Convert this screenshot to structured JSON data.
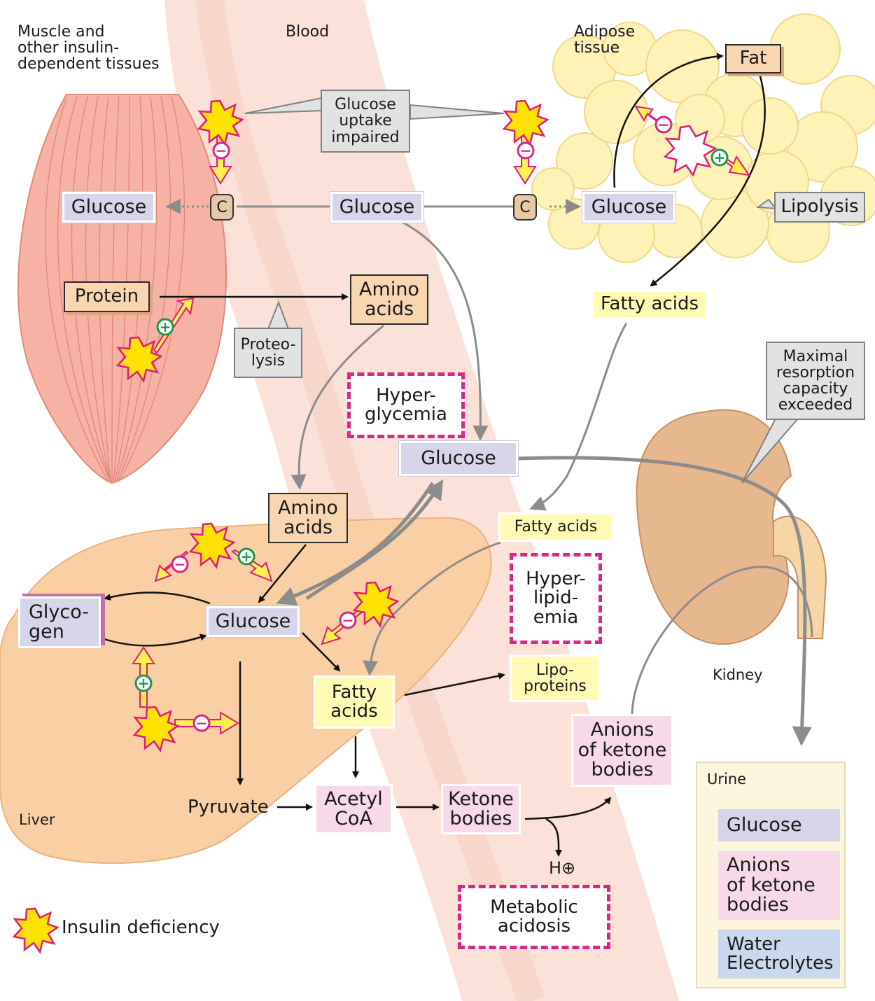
{
  "labels": {
    "muscle": "Muscle and\nother insulin-\ndependent tissues",
    "blood": "Blood",
    "adipose": "Adipose\ntissue",
    "liver": "Liver",
    "kidney": "Kidney",
    "urine": "Urine",
    "legend": "Insulin deficiency",
    "pyruvate": "Pyruvate",
    "hplus": "H⊕"
  },
  "callouts": {
    "uptake": "Glucose\nuptake\nimpaired",
    "lipolysis": "Lipolysis",
    "proteolysis": "Proteo-\nlysis",
    "resorption": "Maximal\nresorption\ncapacity\nexceeded"
  },
  "nodes": {
    "glucose_muscle": "Glucose",
    "glucose_blood": "Glucose",
    "glucose_adipose": "Glucose",
    "fat": "Fat",
    "protein": "Protein",
    "amino_blood": "Amino\nacids",
    "fatty_adipose": "Fatty acids",
    "glucose_hyper": "Glucose",
    "amino_liver": "Amino\nacids",
    "fatty_blood": "Fatty acids",
    "glycogen": "Glyco-\ngen",
    "glucose_liver": "Glucose",
    "fatty_liver": "Fatty\nacids",
    "lipoproteins": "Lipo-\nproteins",
    "acetylcoa": "Acetyl\nCoA",
    "ketone": "Ketone\nbodies",
    "anions": "Anions\nof ketone\nbodies",
    "transporter": "C"
  },
  "effects": {
    "hyperglycemia": "Hyper-\nglycemia",
    "hyperlipidemia": "Hyper-\nlipid-\nemia",
    "acidosis": "Metabolic\nacidosis"
  },
  "urine_items": {
    "glucose": "Glucose",
    "anions": "Anions\nof ketone\nbodies",
    "water": "Water\nElectrolytes"
  },
  "signs": {
    "minus": "−",
    "plus": "+"
  },
  "colors": {
    "burst": "#ffe300",
    "burst_stroke": "#e2197e",
    "minus_ring": "#d9268a",
    "plus_ring": "#1a9a4a",
    "muscle": "#f6b3a4",
    "blood": "#fbe1d8",
    "liver": "#f9cfa3",
    "kidney": "#e7b78d",
    "adipose": "#fff2b7"
  }
}
